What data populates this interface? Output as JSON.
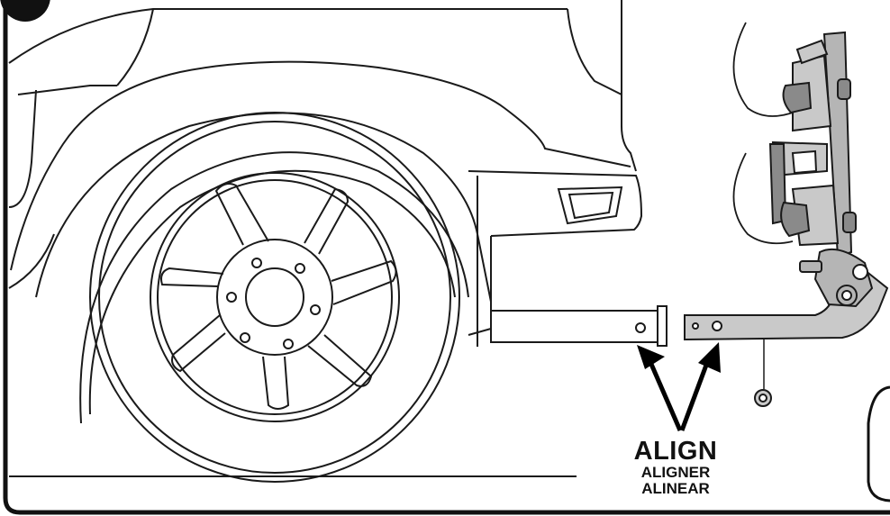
{
  "instruction": {
    "primary": "ALIGN",
    "french": "ALIGNER",
    "spanish": "ALINEAR"
  },
  "colors": {
    "line": "#1a1a1a",
    "hitch_bar": "#c9c9c9",
    "rack_metal": "#b5b5b5",
    "background": "#ffffff",
    "arrow": "#000000"
  },
  "icons": [
    "vehicle-rear-outline",
    "wheel",
    "receiver-hitch-tube",
    "bike-rack-hitch-bar",
    "bike-rack-assembly",
    "alignment-arrow"
  ]
}
